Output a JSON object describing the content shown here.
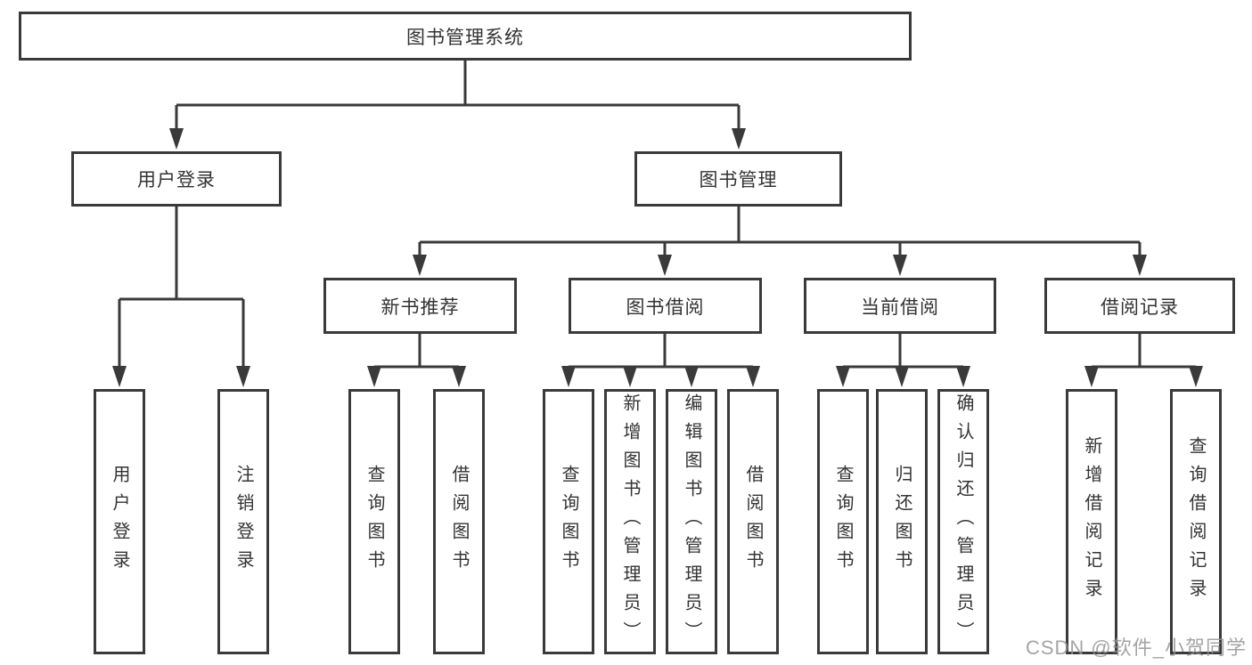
{
  "diagram_type": "hierarchy-tree",
  "watermark": "CSDN @软件_小贺同学",
  "colors": {
    "line": "#3a3a3a",
    "box_border": "#3a3a3a",
    "text": "#333333",
    "background": "#ffffff",
    "watermark": "#949494"
  },
  "tree": {
    "root": "图书管理系统",
    "children": [
      {
        "label": "用户登录",
        "children": [
          {
            "label": "用户登录"
          },
          {
            "label": "注销登录"
          }
        ]
      },
      {
        "label": "图书管理",
        "children": [
          {
            "label": "新书推荐",
            "children": [
              {
                "label": "查询图书"
              },
              {
                "label": "借阅图书"
              }
            ]
          },
          {
            "label": "图书借阅",
            "children": [
              {
                "label": "查询图书"
              },
              {
                "label": "新增图书（管理员）"
              },
              {
                "label": "编辑图书（管理员）"
              },
              {
                "label": "借阅图书"
              }
            ]
          },
          {
            "label": "当前借阅",
            "children": [
              {
                "label": "查询图书"
              },
              {
                "label": "归还图书"
              },
              {
                "label": "确认归还（管理员）"
              }
            ]
          },
          {
            "label": "借阅记录",
            "children": [
              {
                "label": "新增借阅记录"
              },
              {
                "label": "查询借阅记录"
              }
            ]
          }
        ]
      }
    ]
  }
}
